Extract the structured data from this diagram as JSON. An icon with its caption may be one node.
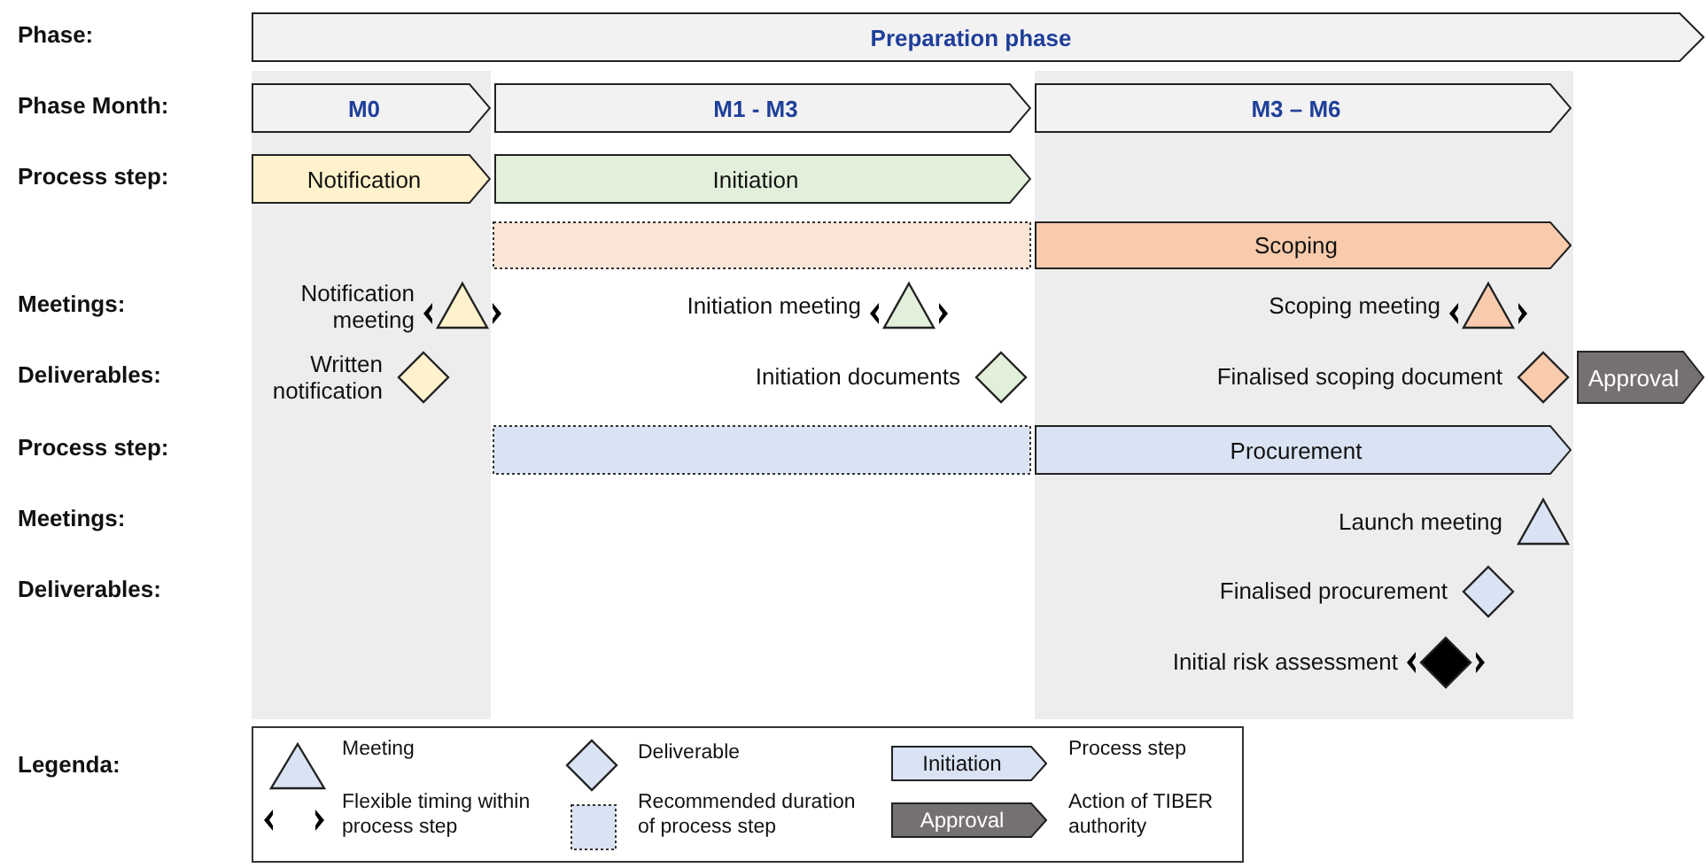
{
  "diagram": {
    "nodes": [
      {
        "text": [
          "Preparation phase"
        ]
      },
      {
        "text": [
          "M0"
        ]
      },
      {
        "text": [
          "M1 - M3"
        ]
      },
      {
        "text": [
          "M3 – M6"
        ]
      },
      {
        "text": [
          "Notification"
        ]
      },
      {
        "text": [
          "Initiation"
        ]
      },
      {
        "text": [],
        "shape": "box"
      },
      {
        "text": [
          "Scoping"
        ]
      },
      {
        "text": [],
        "shape": "triangle",
        "beside": [
          "Notification meeting"
        ]
      },
      {
        "text": [],
        "shape": "triangle",
        "beside": [
          "Initiation meeting"
        ]
      },
      {
        "text": [],
        "shape": "triangle",
        "beside": [
          "Scoping meeting"
        ]
      },
      {
        "text": [],
        "shape": "diamond",
        "beside": [
          "Written notification"
        ]
      },
      {
        "text": [],
        "shape": "diamond",
        "beside": [
          "Initiation documents"
        ]
      },
      {
        "text": [],
        "shape": "diamond",
        "beside": [
          "Finalised scoping document"
        ]
      },
      {
        "text": [
          "Approval"
        ]
      },
      {
        "text": [],
        "shape": "box"
      },
      {
        "text": [
          "Procurement"
        ]
      },
      {
        "text": [],
        "shape": "triangle",
        "beside": [
          "Launch meeting"
        ]
      },
      {
        "text": [],
        "shape": "diamond",
        "beside": [
          "Finalised procurement"
        ]
      },
      {
        "text": [],
        "shape": "diamond",
        "beside": [
          "Initial risk assessment"
        ]
      }
    ],
    "edges": [],
    "labels": [
      "Phase:",
      "Phase Month:",
      "Process step:",
      "Meetings:",
      "Deliverables:",
      "Process step:",
      "Meetings:",
      "Deliverables:",
      "Legenda:",
      "Initiation",
      "Approval"
    ],
    "legend": [
      {
        "text": "Meeting"
      },
      {
        "text": "Deliverable"
      },
      {
        "text": "Process step"
      },
      {
        "text": "Flexible timing within process step"
      },
      {
        "text": "Recommended duration of process step"
      },
      {
        "text": "Action of TIBER authority"
      }
    ]
  }
}
